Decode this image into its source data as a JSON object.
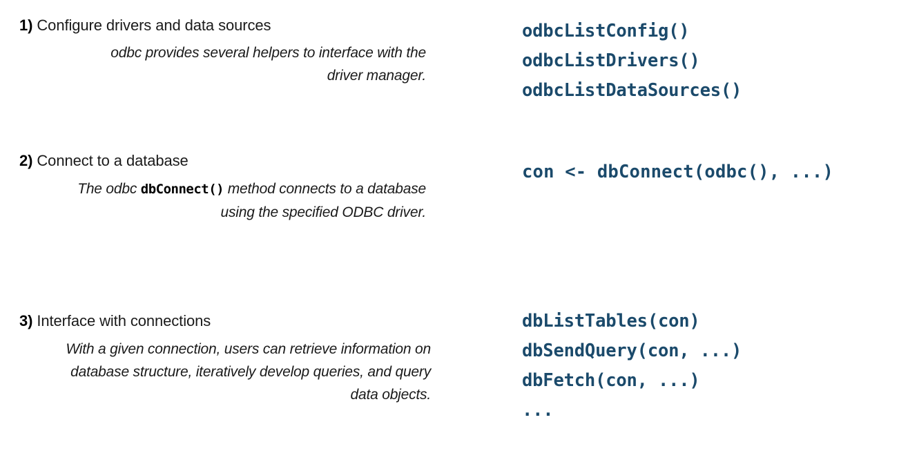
{
  "background": "#ffffff",
  "code_color": "#1b4a6b",
  "text_color": "#1a1a1a",
  "steps": [
    {
      "number": "1)",
      "title": "Configure drivers and data sources",
      "description": "odbc provides several helpers to interface with the driver manager.",
      "description_parts": {
        "before": "odbc provides several helpers to interface with the driver manager.",
        "code": "",
        "after": ""
      },
      "code_lines": [
        "odbcListConfig()",
        "odbcListDrivers()",
        "odbcListDataSources()"
      ]
    },
    {
      "number": "2)",
      "title": "Connect to a database",
      "description": "The odbc dbConnect() method connects to a database using the specified ODBC driver.",
      "description_parts": {
        "before": "The odbc ",
        "code": "dbConnect()",
        "after": " method connects to a database using the specified ODBC driver."
      },
      "code_lines": [
        "con <- dbConnect(odbc(), ...)"
      ]
    },
    {
      "number": "3)",
      "title": "Interface with connections",
      "description": "With a given connection, users can retrieve information on database structure, iteratively develop queries, and query data objects.",
      "description_parts": {
        "before": "With a given connection, users can retrieve information on database structure, iteratively develop queries, and query data objects.",
        "code": "",
        "after": ""
      },
      "code_lines": [
        "dbListTables(con)",
        "dbSendQuery(con, ...)",
        "dbFetch(con, ...)",
        "..."
      ]
    }
  ]
}
